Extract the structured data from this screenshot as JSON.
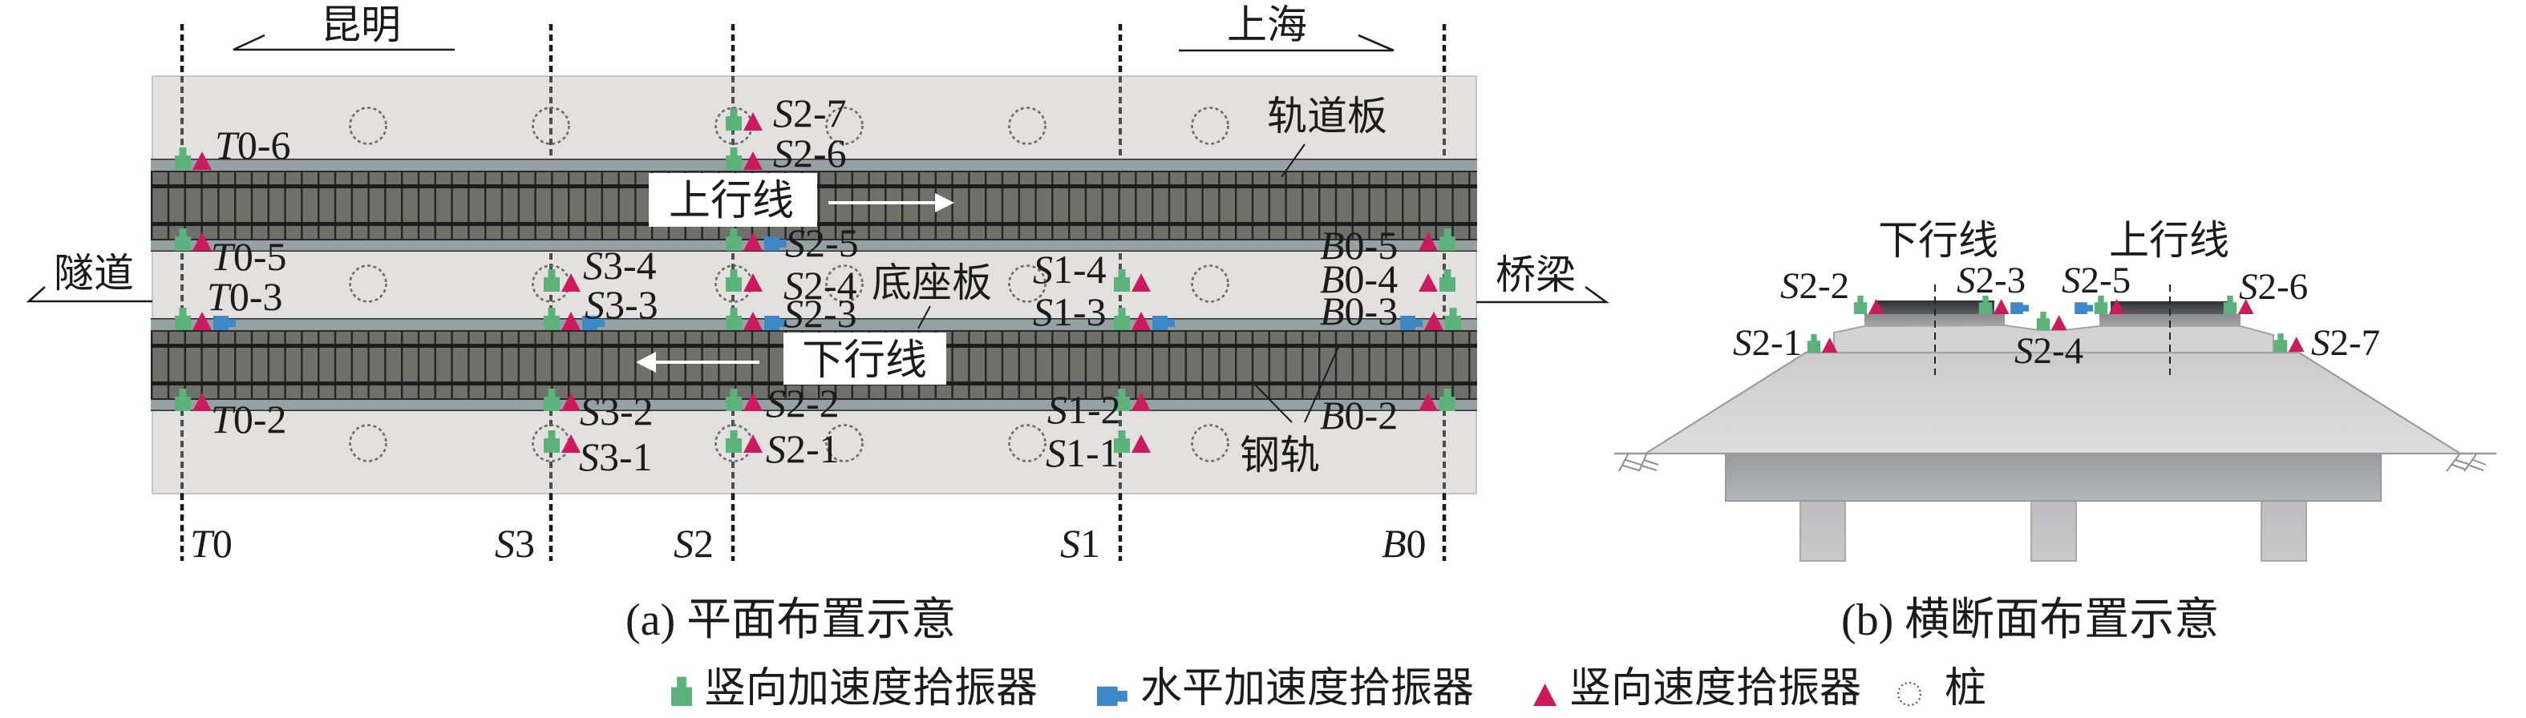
{
  "plan": {
    "caption": "(a) 平面布置示意",
    "direction_left": "昆明",
    "direction_right": "上海",
    "end_left": "隧道",
    "end_right": "桥梁",
    "up_line": "上行线",
    "down_line": "下行线",
    "track_slab_label": "轨道板",
    "base_slab_label": "底座板",
    "rail_label": "钢轨",
    "stations": [
      {
        "id": "T0",
        "sensors": [
          {
            "id": "T0-6",
            "types": [
              "vertical-acceleration",
              "vertical-velocity"
            ]
          },
          {
            "id": "T0-5",
            "types": [
              "vertical-acceleration",
              "vertical-velocity"
            ]
          },
          {
            "id": "T0-3",
            "types": [
              "vertical-acceleration",
              "vertical-velocity",
              "horizontal-acceleration"
            ]
          },
          {
            "id": "T0-2",
            "types": [
              "vertical-acceleration",
              "vertical-velocity"
            ]
          }
        ]
      },
      {
        "id": "S3",
        "sensors": [
          {
            "id": "S3-4",
            "types": [
              "vertical-acceleration",
              "vertical-velocity"
            ]
          },
          {
            "id": "S3-3",
            "types": [
              "vertical-acceleration",
              "vertical-velocity",
              "horizontal-acceleration"
            ]
          },
          {
            "id": "S3-2",
            "types": [
              "vertical-acceleration",
              "vertical-velocity"
            ]
          },
          {
            "id": "S3-1",
            "types": [
              "vertical-acceleration",
              "vertical-velocity"
            ]
          }
        ]
      },
      {
        "id": "S2",
        "sensors": [
          {
            "id": "S2-7",
            "types": [
              "vertical-acceleration",
              "vertical-velocity"
            ]
          },
          {
            "id": "S2-6",
            "types": [
              "vertical-acceleration",
              "vertical-velocity"
            ]
          },
          {
            "id": "S2-5",
            "types": [
              "vertical-acceleration",
              "vertical-velocity",
              "horizontal-acceleration"
            ]
          },
          {
            "id": "S2-4",
            "types": [
              "vertical-acceleration",
              "vertical-velocity"
            ]
          },
          {
            "id": "S2-3",
            "types": [
              "vertical-acceleration",
              "vertical-velocity",
              "horizontal-acceleration"
            ]
          },
          {
            "id": "S2-2",
            "types": [
              "vertical-acceleration",
              "vertical-velocity"
            ]
          },
          {
            "id": "S2-1",
            "types": [
              "vertical-acceleration",
              "vertical-velocity"
            ]
          }
        ]
      },
      {
        "id": "S1",
        "sensors": [
          {
            "id": "S1-4",
            "types": [
              "vertical-acceleration",
              "vertical-velocity"
            ]
          },
          {
            "id": "S1-3",
            "types": [
              "vertical-acceleration",
              "vertical-velocity",
              "horizontal-acceleration"
            ]
          },
          {
            "id": "S1-2",
            "types": [
              "vertical-acceleration",
              "vertical-velocity"
            ]
          },
          {
            "id": "S1-1",
            "types": [
              "vertical-acceleration",
              "vertical-velocity"
            ]
          }
        ]
      },
      {
        "id": "B0",
        "sensors": [
          {
            "id": "B0-5",
            "types": [
              "vertical-acceleration",
              "vertical-velocity"
            ]
          },
          {
            "id": "B0-4",
            "types": [
              "vertical-acceleration",
              "vertical-velocity"
            ]
          },
          {
            "id": "B0-3",
            "types": [
              "vertical-acceleration",
              "vertical-velocity",
              "horizontal-acceleration"
            ]
          },
          {
            "id": "B0-2",
            "types": [
              "vertical-acceleration",
              "vertical-velocity"
            ]
          }
        ]
      }
    ]
  },
  "section": {
    "caption": "(b) 横断面布置示意",
    "down_line": "下行线",
    "up_line": "上行线",
    "sensors": [
      {
        "id": "S2-1",
        "types": [
          "vertical-acceleration",
          "vertical-velocity"
        ]
      },
      {
        "id": "S2-2",
        "types": [
          "vertical-acceleration",
          "vertical-velocity"
        ]
      },
      {
        "id": "S2-3",
        "types": [
          "vertical-acceleration",
          "vertical-velocity",
          "horizontal-acceleration"
        ]
      },
      {
        "id": "S2-4",
        "types": [
          "vertical-acceleration",
          "vertical-velocity"
        ]
      },
      {
        "id": "S2-5",
        "types": [
          "vertical-acceleration",
          "vertical-velocity",
          "horizontal-acceleration"
        ]
      },
      {
        "id": "S2-6",
        "types": [
          "vertical-acceleration",
          "vertical-velocity"
        ]
      },
      {
        "id": "S2-7",
        "types": [
          "vertical-acceleration",
          "vertical-velocity"
        ]
      }
    ]
  },
  "legend": [
    {
      "type": "vertical-acceleration",
      "icon": "vertical-accelerometer-icon",
      "label": "竖向加速度拾振器"
    },
    {
      "type": "horizontal-acceleration",
      "icon": "horizontal-accelerometer-icon",
      "label": "水平加速度拾振器"
    },
    {
      "type": "vertical-velocity",
      "icon": "vertical-velocity-sensor-icon",
      "label": "竖向速度拾振器"
    },
    {
      "type": "pile",
      "icon": "pile-icon",
      "label": "桩"
    }
  ],
  "colors": {
    "vertical_acceleration": "#5bb27a",
    "horizontal_acceleration": "#3e88c8",
    "vertical_velocity": "#cc1a5e"
  }
}
